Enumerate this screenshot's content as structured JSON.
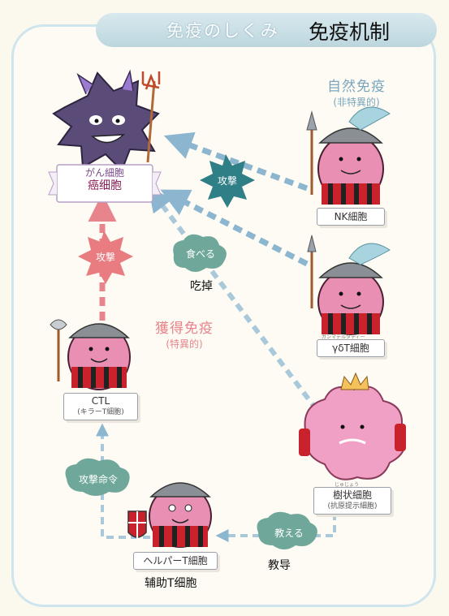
{
  "title": {
    "jp": "免疫のしくみ",
    "cn": "免疫机制"
  },
  "innate": {
    "title": "自然免疫",
    "subtitle": "(非特異的)"
  },
  "adaptive": {
    "title": "獲得免疫",
    "subtitle": "(特異的)"
  },
  "cells": {
    "cancer": {
      "jp": "がん細胞",
      "cn": "癌细胞"
    },
    "nk": {
      "jp": "NK細胞"
    },
    "gamma_delta": {
      "jp": "γδT細胞",
      "ruby": "ガンマデルタティー"
    },
    "ctl": {
      "jp": "CTL",
      "sub": "(キラーT細胞)"
    },
    "dendritic": {
      "jp": "樹状細胞",
      "sub": "(抗原提示細胞)",
      "ruby": "じゅじょう"
    },
    "helper": {
      "jp": "ヘルパーT細胞",
      "cn": "辅助T细胞"
    }
  },
  "actions": {
    "attack_innate": "攻撃",
    "attack_ctl": "攻撃",
    "eat": {
      "jp": "食べる",
      "cn": "吃掉"
    },
    "command": "攻撃命令",
    "teach": {
      "jp": "教える",
      "cn": "教导"
    }
  },
  "colors": {
    "innate": "#7aa6bd",
    "adaptive": "#e8858c",
    "cell_pink": "#e98fb4",
    "stripe_red": "#c8232c",
    "cancer_purple": "#5a4b78",
    "bubble_teal": "#6fa89a"
  }
}
